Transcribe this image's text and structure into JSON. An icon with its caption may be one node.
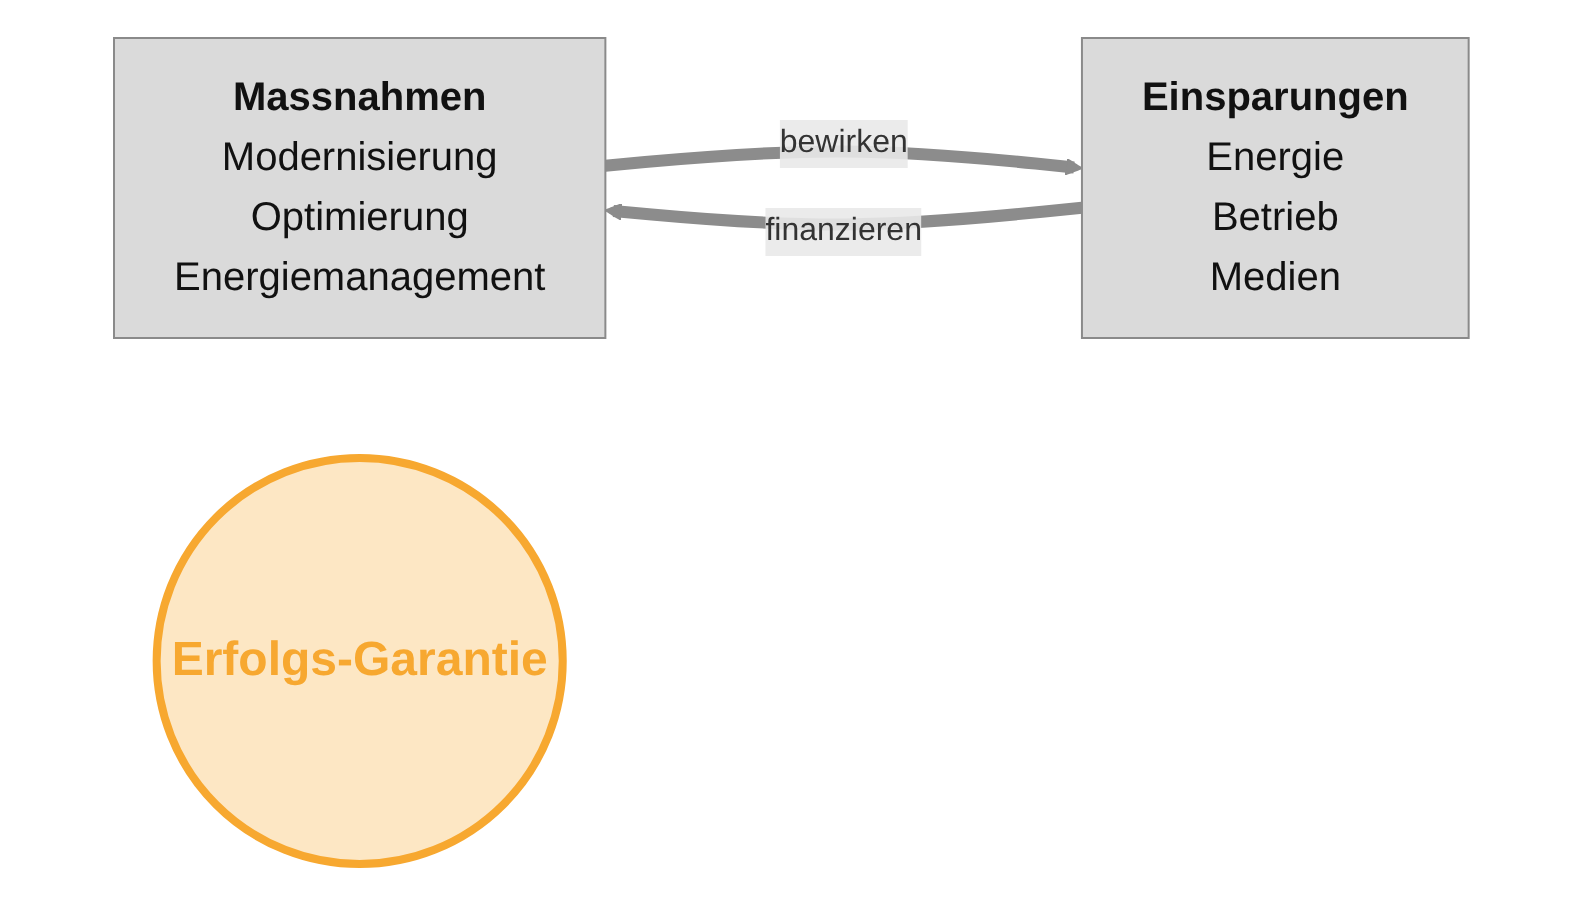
{
  "diagram": {
    "nodes": [
      {
        "text": [
          "Massnahmen",
          "Modernisierung",
          "Optimierung",
          "Energiemanagement"
        ]
      },
      {
        "text": [
          "Erfolgs-Garantie"
        ]
      },
      {
        "text": [
          "Einsparungen",
          "Energie",
          "Betrieb",
          "Medien"
        ]
      }
    ],
    "edges": [
      {
        "from": 0,
        "to": 2,
        "label": "bewirken",
        "arrow": "to"
      },
      {
        "from": 2,
        "to": 0,
        "label": "finanzieren",
        "arrow": "to"
      }
    ]
  }
}
